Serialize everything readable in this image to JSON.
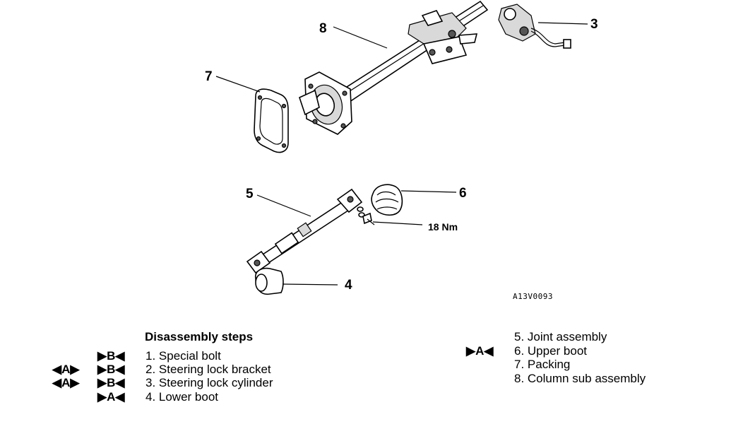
{
  "callouts": {
    "c3": "3",
    "c4": "4",
    "c5": "5",
    "c6": "6",
    "c7": "7",
    "c8": "8"
  },
  "torque_label": "18 Nm",
  "figure_code": "A13V0093",
  "disassembly": {
    "title": "Disassembly steps",
    "left_steps": [
      {
        "text": "1. Special bolt",
        "mark_outer": "",
        "mark_inner": "▶B◀"
      },
      {
        "text": "2. Steering lock bracket",
        "mark_outer": "◀A▶",
        "mark_inner": "▶B◀"
      },
      {
        "text": "3. Steering lock cylinder",
        "mark_outer": "◀A▶",
        "mark_inner": "▶B◀"
      },
      {
        "text": "4. Lower boot",
        "mark_outer": "",
        "mark_inner": "▶A◀"
      }
    ],
    "right_steps": [
      {
        "text": "5. Joint assembly",
        "mark": ""
      },
      {
        "text": "6. Upper boot",
        "mark": "▶A◀"
      },
      {
        "text": "7. Packing",
        "mark": ""
      },
      {
        "text": "8. Column sub assembly",
        "mark": ""
      }
    ]
  }
}
